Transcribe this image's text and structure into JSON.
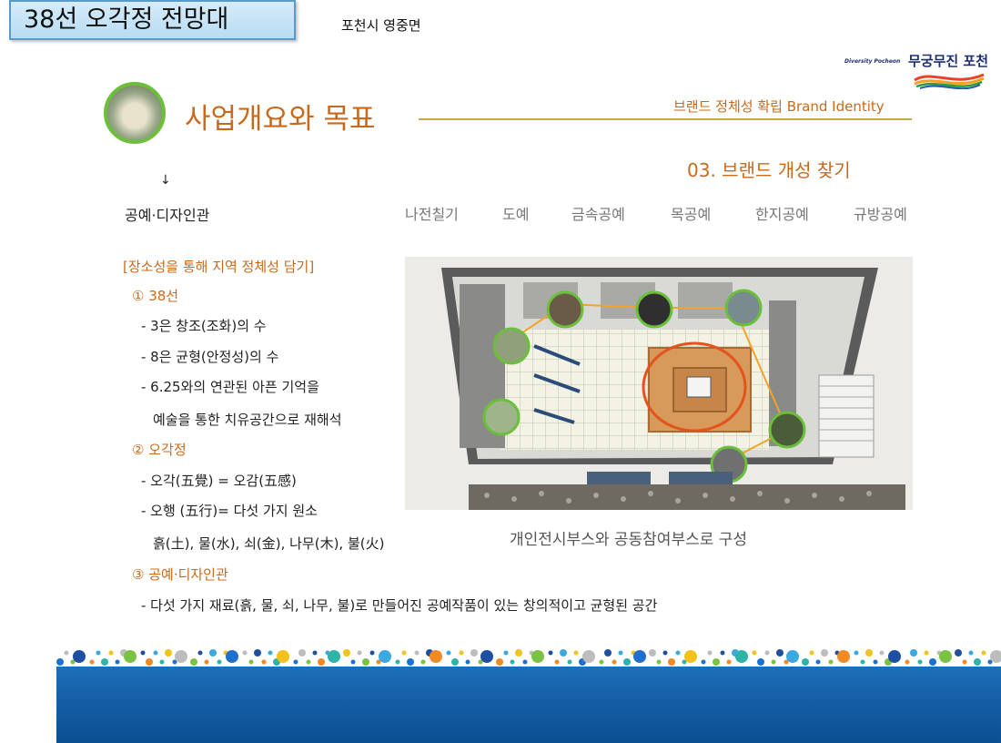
{
  "header": {
    "title": "38선 오각정 전망대",
    "location": "포천시 영중면"
  },
  "logo": {
    "tagline": "Diversity Pocheon",
    "name": "무궁무진 포천"
  },
  "section": {
    "title": "사업개요와 목표",
    "category": "브랜드 정체성 확립 Brand Identity",
    "step": "03. 브랜드 개성 찾기"
  },
  "crafts": {
    "arrow": "↓",
    "label": "공예·디자인관",
    "items": [
      "나전칠기",
      "도예",
      "금속공예",
      "목공예",
      "한지공예",
      "규방공예"
    ]
  },
  "content": {
    "heading": "[장소성을 통해 지역 정체성 담기]",
    "p1_title": "① 38선",
    "p1_l1": "- 3은 창조(조화)의 수",
    "p1_l2": "- 8은 균형(안정성)의 수",
    "p1_l3": "- 6.25와의 연관된 아픈 기억을",
    "p1_l4": "예술을 통한 치유공간으로 재해석",
    "p2_title": "② 오각정",
    "p2_l1": "- 오각(五覺) = 오감(五感)",
    "p2_l2": "- 오행 (五行)= 다섯 가지 원소",
    "p2_l3": "흙(土), 물(水), 쇠(金), 나무(木), 불(火)",
    "p3_title": "③ 공예·디자인관",
    "p3_l1": "- 다섯 가지 재료(흙, 물, 쇠, 나무, 불)로 만들어진 공예작품이 있는 창의적이고 균형된 공간"
  },
  "plan": {
    "caption": "개인전시부스와 공동참여부스로 구성"
  },
  "colors": {
    "accent": "#c76a1e",
    "title_box": "#c9e5f7",
    "band_blue": "#155ea5",
    "green_ring": "#6cbf3b"
  }
}
